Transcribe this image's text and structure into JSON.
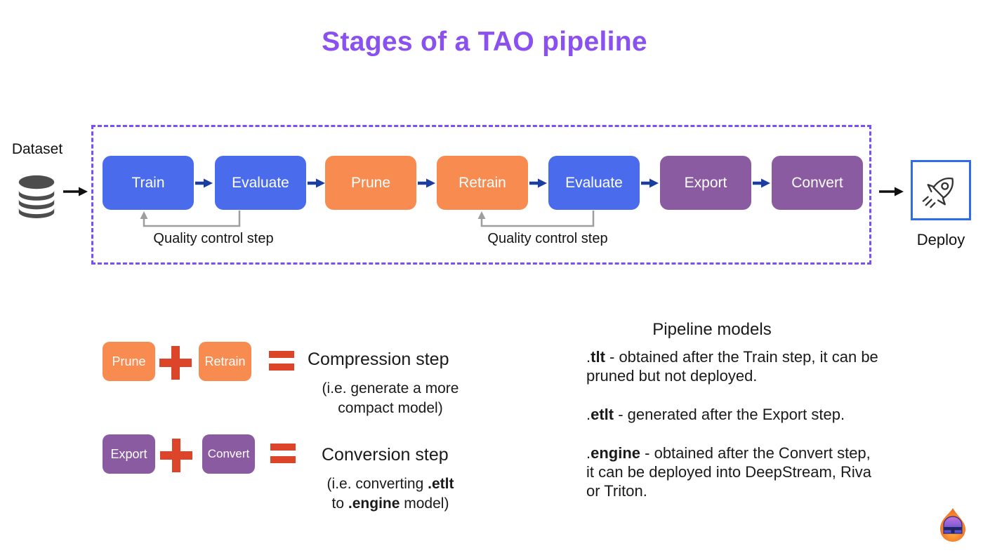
{
  "title": "Stages of a TAO pipeline",
  "colors": {
    "title_purple": "#8a50f0",
    "frame_dashed_purple": "#7b4ff2",
    "stage_blue": "#4a6cec",
    "stage_orange": "#f88b50",
    "stage_purple": "#8a5ba0",
    "arrow_navy": "#1c3ea0",
    "arrow_black": "#111111",
    "feedback_gray": "#9e9e9e",
    "operator_red": "#dc452a",
    "deploy_border_blue": "#2f6ce8"
  },
  "pipeline": {
    "dataset_label": "Dataset",
    "deploy_label": "Deploy",
    "stages": [
      {
        "label": "Train",
        "color": "#4a6cec"
      },
      {
        "label": "Evaluate",
        "color": "#4a6cec"
      },
      {
        "label": "Prune",
        "color": "#f88b50"
      },
      {
        "label": "Retrain",
        "color": "#f88b50"
      },
      {
        "label": "Evaluate",
        "color": "#4a6cec"
      },
      {
        "label": "Export",
        "color": "#8a5ba0"
      },
      {
        "label": "Convert",
        "color": "#8a5ba0"
      }
    ],
    "quality_labels": [
      "Quality control step",
      "Quality control step"
    ]
  },
  "legend": {
    "compression": {
      "addend1": "Prune",
      "addend2": "Retrain",
      "result": "Compression step",
      "caption_line1": "(i.e. generate a more",
      "caption_line2": "compact model)"
    },
    "conversion": {
      "addend1": "Export",
      "addend2": "Convert",
      "result": "Conversion step",
      "caption_line1_pre": "(i.e. converting  ",
      "caption_line1_bold": ".etlt",
      "caption_line2_pre": "to ",
      "caption_line2_bold": ".engine",
      "caption_line2_post": " model)"
    }
  },
  "models": {
    "title": "Pipeline models",
    "items": [
      {
        "dot": ".",
        "name": "tlt",
        "rest": " - obtained after the Train step, it can be pruned but not deployed."
      },
      {
        "dot": ".",
        "name": "etlt",
        "rest": " - generated after the Export step."
      },
      {
        "dot": ".",
        "name": "engine",
        "rest": " - obtained after the Convert step, it can be deployed into DeepStream, Riva or Triton."
      }
    ]
  }
}
